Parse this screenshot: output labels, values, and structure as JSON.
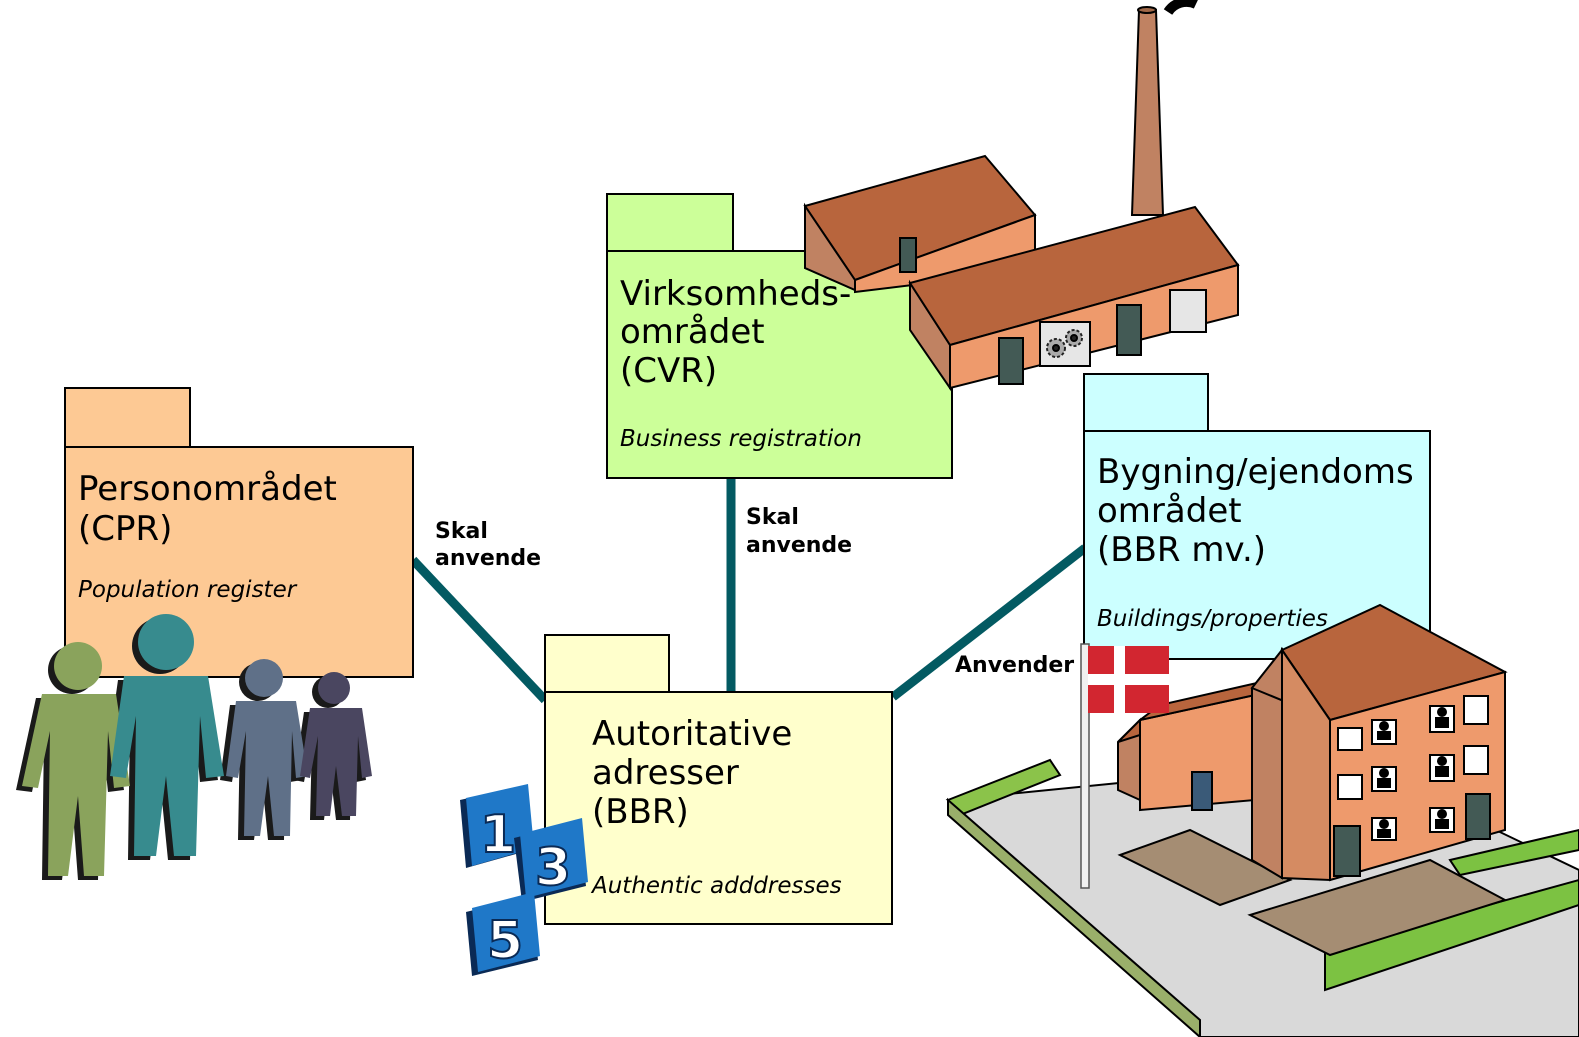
{
  "colors": {
    "person_package": "#fdc994",
    "business_package": "#ccff99",
    "building_package": "#ccffff",
    "address_package": "#ffffcc",
    "connector": "#035a62"
  },
  "packages": {
    "person": {
      "title_line1": "Personområdet",
      "title_line2": "(CPR)",
      "subtitle": "Population register"
    },
    "business": {
      "title_line1": "Virksomheds-",
      "title_line2": "området",
      "title_line3": "(CVR)",
      "subtitle": "Business registration"
    },
    "building": {
      "title_line1": "Bygning/ejendoms",
      "title_line2": "området",
      "title_line3": "(BBR mv.)",
      "subtitle": "Buildings/properties"
    },
    "address": {
      "title_line1": "Autoritative",
      "title_line2": "adresser",
      "title_line3": "(BBR)",
      "subtitle": "Authentic adddresses"
    }
  },
  "connectors": {
    "person": {
      "line1": "Skal",
      "line2": "anvende"
    },
    "business": {
      "line1": "Skal",
      "line2": "anvende"
    },
    "building": {
      "line1": "Anvender"
    }
  },
  "house_numbers": [
    "1",
    "3",
    "5"
  ],
  "icons": [
    "people-icon",
    "factory-icon",
    "gear-icon",
    "house-number-plates-icon",
    "residential-building-icon",
    "danish-flag-icon"
  ]
}
